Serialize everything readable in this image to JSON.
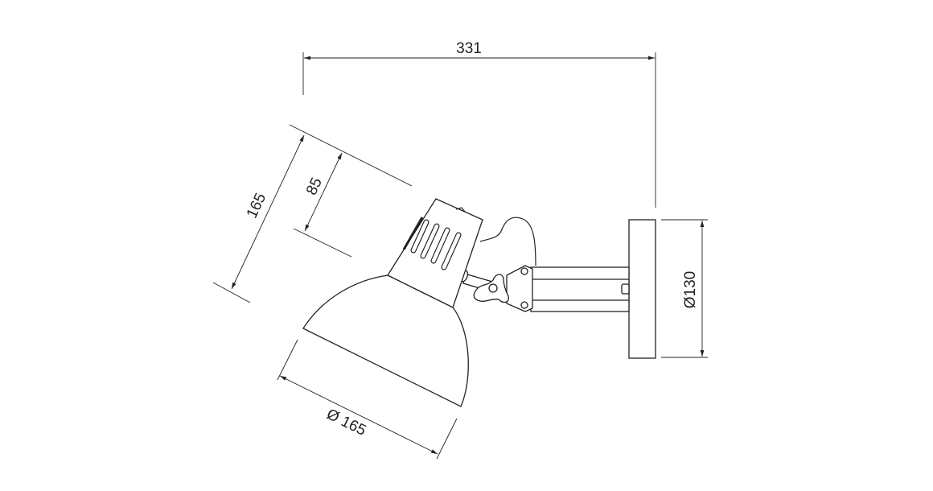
{
  "dimensions": {
    "overall_width": "331",
    "plate_diameter": "Ø130",
    "shade_diameter": "Ø 165",
    "overall_height": "165",
    "neck_height": "85"
  },
  "colors": {
    "line": "#222222",
    "background": "#ffffff"
  }
}
